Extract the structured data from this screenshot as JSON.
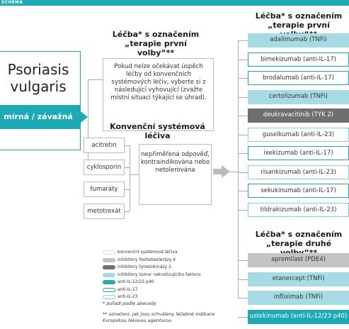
{
  "header": {
    "label": "SCHÉMA"
  },
  "disease": {
    "title": "Psoriasis vulgaris",
    "severity": "mírná / závažná"
  },
  "first_line_center": {
    "heading": "Léčba* s označením „terapie první volby“**",
    "note": "Pokud nelze očekávat úspěch léčby od konvenčních systémových léčiv, vyberte si z následující vyhovující (zvažte místní situaci týkající se úhrad)."
  },
  "conventional": {
    "heading": "Konvenční systémová léčiva",
    "items": [
      "acitretin",
      "cyklosporin",
      "fumaráty",
      "metotrexát"
    ],
    "contra": "nepřiměřená odpověď, kontraindikována nebo netolerována"
  },
  "first_line_right": {
    "heading": "Léčba* s označením „terapie první volby“**",
    "drugs": [
      {
        "label": "adalimumab (TNFi)",
        "style": "tnf"
      },
      {
        "label": "bimekizumab (anti-IL-17)",
        "style": "il17"
      },
      {
        "label": "brodalumab (anti-IL-17)",
        "style": "il17"
      },
      {
        "label": "certolizumab (TNFi)",
        "style": "tnf"
      },
      {
        "label": "deukravacitinib (TYK 2)",
        "style": "tyk2"
      },
      {
        "label": "guselkumab (anti-IL-23)",
        "style": "il23"
      },
      {
        "label": "ixekizumab (anti-IL-17)",
        "style": "il17"
      },
      {
        "label": "risankizumab (anti-IL-23)",
        "style": "il23"
      },
      {
        "label": "sekukinumab (anti-IL-17)",
        "style": "il17"
      },
      {
        "label": "tildrakizumab (anti-IL-23)",
        "style": "il23"
      }
    ]
  },
  "second_line": {
    "heading": "Léčba* s označením „terapie druhé volby“**",
    "drugs": [
      {
        "label": "apremilast (PDE4)",
        "style": "pde4"
      },
      {
        "label": "etanercept (TNFi)",
        "style": "tnf"
      },
      {
        "label": "infliximab (TNFi)",
        "style": "tnf"
      },
      {
        "label": "ustekinumab (anti-IL-12/23 p40)",
        "style": "il1223"
      }
    ]
  },
  "legend": [
    {
      "label": "konvenční systémová léčiva",
      "style": "conv"
    },
    {
      "label": "inhibitory fosfodiesterázy 4",
      "style": "pde4"
    },
    {
      "label": "inhibitory tyrosinkinázy 2",
      "style": "tyk2"
    },
    {
      "label": "inhibitory tumor nekrotizujícího faktoru",
      "style": "tnf"
    },
    {
      "label": "anti-IL-12/23 p40",
      "style": "il1223"
    },
    {
      "label": "anti-IL-17",
      "style": "il17"
    },
    {
      "label": "anti-IL-23",
      "style": "il23"
    }
  ],
  "footnotes": {
    "f1": "* pořadí podle abecedy",
    "f2": "** označení, jak jsou schváleny léčebné indikace Evropskou lékovou agenturou"
  },
  "colors": {
    "accent": "#1eaab5",
    "tnf": "#a7dbe4",
    "tyk2": "#6f6f6f",
    "pde4": "#c4c4c4",
    "connector": "#aaaaaa"
  }
}
